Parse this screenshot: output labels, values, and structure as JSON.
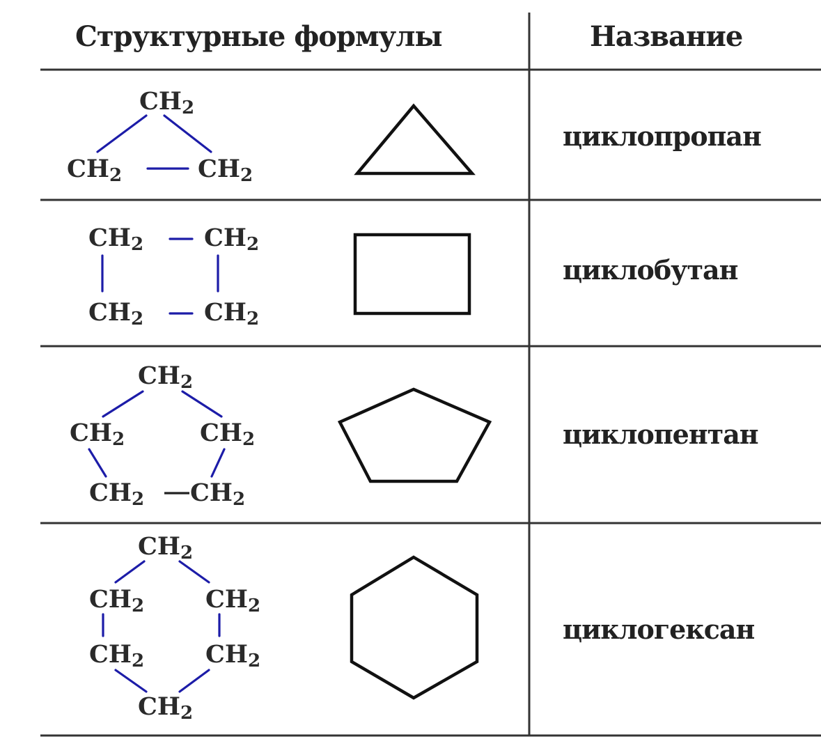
{
  "header": {
    "formulas": "Структурные  формулы",
    "name": "Название"
  },
  "group": {
    "symbol": "CH",
    "subscript": "2"
  },
  "colors": {
    "bond": "#1c1ca8",
    "text": "#222222",
    "rule": "#333333"
  },
  "rows": [
    {
      "name": "циклопропан",
      "ring_size": 3,
      "groups": 3
    },
    {
      "name": "циклобутан",
      "ring_size": 4,
      "groups": 4
    },
    {
      "name": "циклопентан",
      "ring_size": 5,
      "groups": 5
    },
    {
      "name": "циклогексан",
      "ring_size": 6,
      "groups": 6
    }
  ]
}
